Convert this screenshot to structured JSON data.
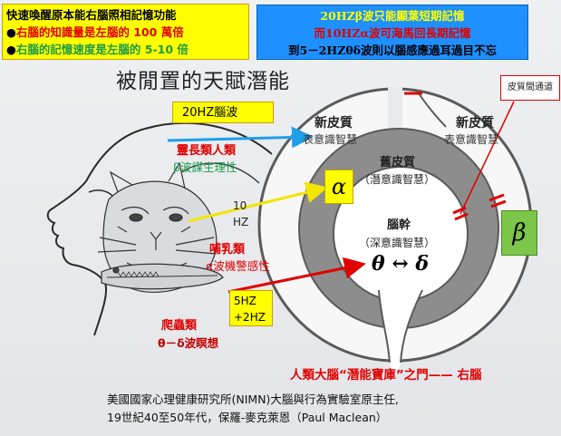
{
  "top_left_box": {
    "title": "快速喚醒原本能右腦照相記憶功能",
    "line1_prefix": "●",
    "line1": "右腦的知識量是左腦的 100 萬倍",
    "line2_prefix": "●",
    "line2": "右腦的記憶速度是左腦的 5-10 倍"
  },
  "top_right_box": {
    "line1": "20HZβ波只能顯葉短期記憶",
    "line2": "而10HZα波可海馬回長期記憶",
    "line3": "到5－2HZθδ波則以腦感應過耳過目不忘"
  },
  "main_title": "被閒置的天賦潛能",
  "left_labels": {
    "hz20": "20HZ腦波",
    "primate": "靈長類人類",
    "primate_sub": "β波謀生理性",
    "hz10_a": "10",
    "hz10_b": "HZ",
    "mammal": "哺乳類",
    "mammal_sub": "α波機警感性",
    "hz5": "5HZ",
    "hz2": "+2HZ",
    "reptile": "爬蟲類",
    "reptile_sub": "θ－δ波瞑想"
  },
  "brain": {
    "neocortex_left": "新皮質",
    "neocortex_left_sub": "表意識智慧",
    "neocortex_right": "新皮質",
    "neocortex_right_sub": "表意識智慧",
    "old_cortex": "舊皮質",
    "old_cortex_sub": "（潛意識智慧）",
    "brainstem": "腦幹",
    "brainstem_sub": "（深意識智慧）",
    "theta_delta": "θ ↔ δ",
    "alpha": "α",
    "beta": "β",
    "channel": "皮質間通道"
  },
  "gateway": "人類大腦“潛能寶庫”之門—— 右腦",
  "footer": {
    "line1": "美國國家心理健康研究所(NIMN)大腦與行為實驗室原主任,",
    "line2": "19世紀40至50年代，保羅-麥克萊恩（Paul Maclean）"
  },
  "colors": {
    "yellow": "#ffff00",
    "blue": "#1e90ff",
    "red": "#e00000",
    "green": "#1a9a4a",
    "arrow_blue": "#1e9fe8"
  }
}
